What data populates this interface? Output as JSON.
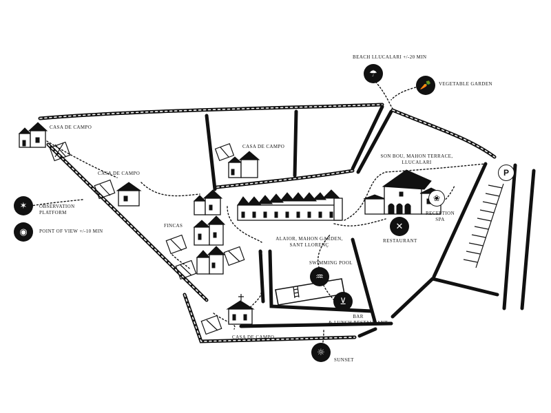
{
  "labels": {
    "beach": "BEACH LLUCALARI +/-20 MIN",
    "vegetable_garden": "VEGETABLE GARDEN",
    "casa_nw": "CASA DE CAMPO",
    "casa_top": "CASA DE CAMPO",
    "casa_mid": "CASA DE CAMPO",
    "casa_bottom": "CASA DE CAMPO",
    "observation": "OBSERVATION\nPLATFORM",
    "point_of_view": "POINT OF VIEW +/-10 MIN",
    "fincas": "FINCAS",
    "son_bou": "SON BOU, MAHON TERRACE,\nLLUCALARI",
    "reception": "RECEPTION\nSPA",
    "restaurant": "RESTAURANT",
    "alaior": "ALAIOR, MAHON GARDEN,\nSANT LLORENÇ",
    "swimming_pool": "SWIMMING POOL",
    "bar": "BAR\n& LUNCH RESTAURANT",
    "sunset": "SUNSET"
  },
  "icons": {
    "beach": "umbrella-icon",
    "vegetable_garden": "carrot-icon",
    "observation": "observation-icon",
    "point_of_view": "eye-icon",
    "reception": "spa-icon",
    "restaurant": "cutlery-icon",
    "swimming_pool": "pool-ladder-icon",
    "bar": "glass-icon",
    "sunset": "sunset-icon",
    "parking": "parking-icon"
  },
  "parking_letter": "P",
  "colors": {
    "ink": "#111111",
    "paper": "#ffffff"
  }
}
